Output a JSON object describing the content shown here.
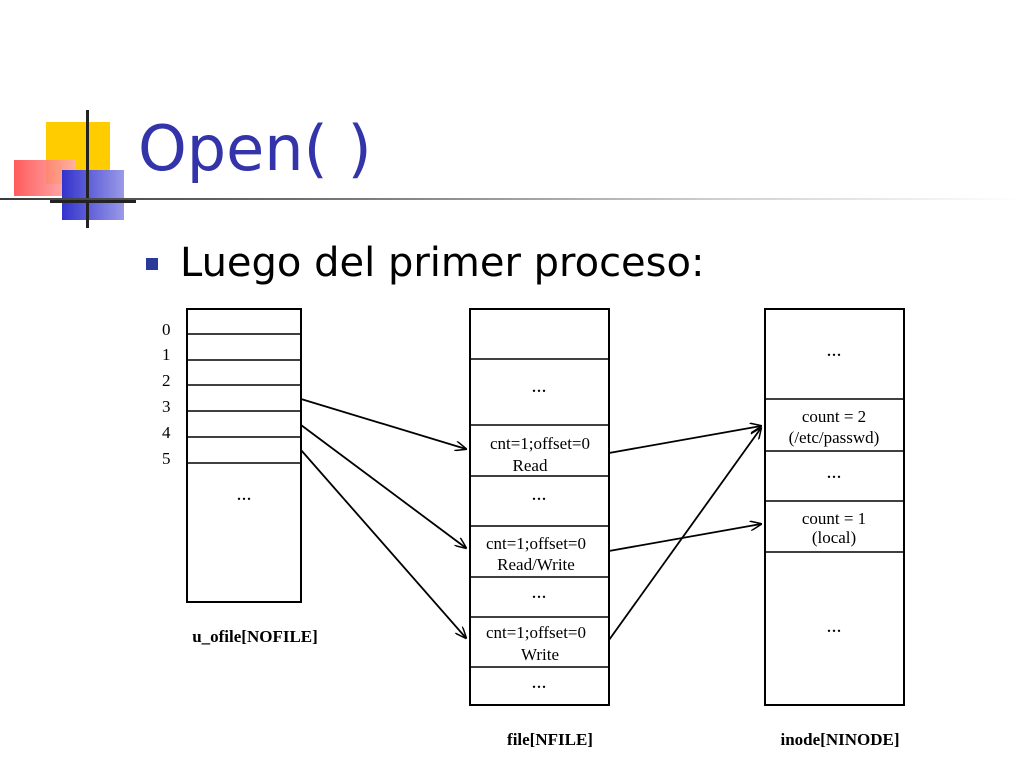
{
  "slide": {
    "title": "Open( )",
    "bullet": "Luego del primer proceso:"
  },
  "diagram": {
    "u_ofile": {
      "label": "u_ofile[NOFILE]",
      "indices": [
        "0",
        "1",
        "2",
        "3",
        "4",
        "5"
      ],
      "ellipsis": "..."
    },
    "file": {
      "label": "file[NFILE]",
      "ellipsis": "...",
      "entries": [
        {
          "line1": "cnt=1;offset=0",
          "line2": "Read"
        },
        {
          "line1": "cnt=1;offset=0",
          "line2": "Read/Write"
        },
        {
          "line1": "cnt=1;offset=0",
          "line2": "Write"
        }
      ]
    },
    "inode": {
      "label": "inode[NINODE]",
      "ellipsis": "...",
      "entries": [
        {
          "line1": "count = 2",
          "line2": "(/etc/passwd)"
        },
        {
          "line1": "count = 1",
          "line2": "(local)"
        }
      ]
    },
    "edges": [
      {
        "from": "u_ofile[3]",
        "to": "file[0]"
      },
      {
        "from": "u_ofile[4]",
        "to": "file[1]"
      },
      {
        "from": "u_ofile[5]",
        "to": "file[2]"
      },
      {
        "from": "file[0]",
        "to": "inode[0]"
      },
      {
        "from": "file[1]",
        "to": "inode[1]"
      },
      {
        "from": "file[2]",
        "to": "inode[0]"
      }
    ]
  }
}
